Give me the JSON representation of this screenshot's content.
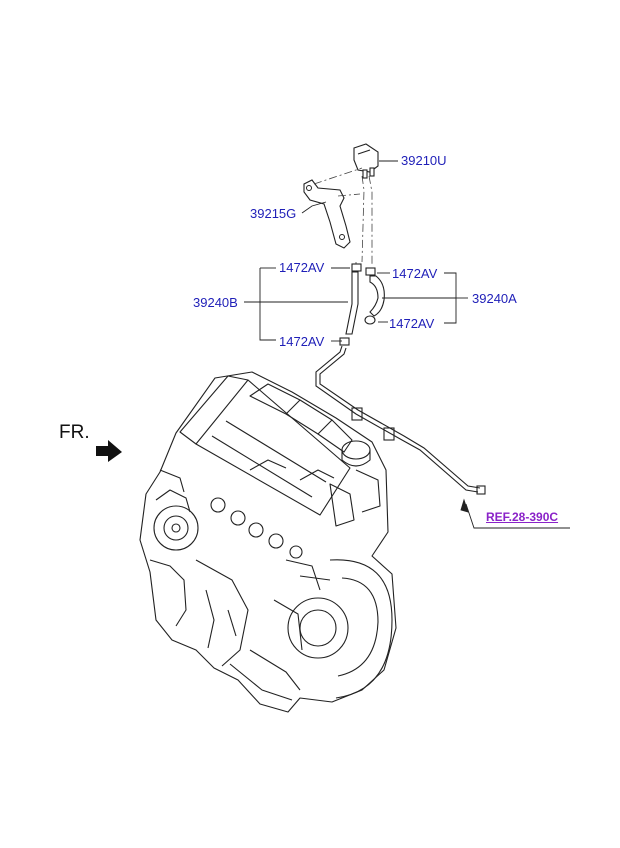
{
  "labels": {
    "sensor": "39210U",
    "bracket": "39215G",
    "clamp_top_left": "1472AV",
    "clamp_top_right": "1472AV",
    "hose_left": "39240B",
    "hose_right": "39240A",
    "clamp_mid_right": "1472AV",
    "clamp_bottom_left": "1472AV"
  },
  "front_label": "FR.",
  "reference_link": "REF.28-390C",
  "colors": {
    "label": "#1f1fb8",
    "reference": "#8a22c8",
    "line": "#222222"
  }
}
